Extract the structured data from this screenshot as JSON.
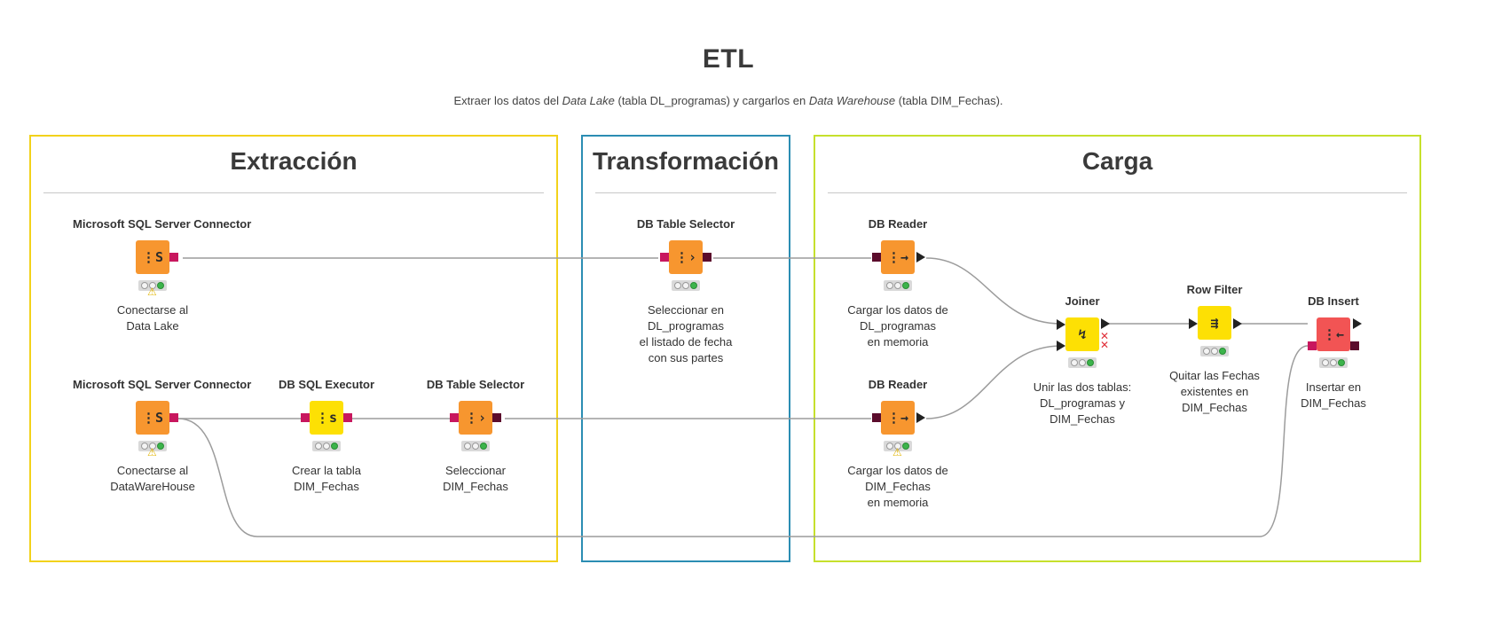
{
  "header": {
    "title": "ETL",
    "subtitle_part1": "Extraer los datos del ",
    "subtitle_em1": "Data Lake",
    "subtitle_part2": " (tabla DL_programas) y cargarlos en ",
    "subtitle_em2": "Data Warehouse",
    "subtitle_part3": " (tabla DIM_Fechas)."
  },
  "annotations": [
    {
      "id": "extraccion",
      "title": "Extracción",
      "color": "#f2d21b"
    },
    {
      "id": "transformacion",
      "title": "Transformación",
      "color": "#2b8db3"
    },
    {
      "id": "carga",
      "title": "Carga",
      "color": "#c6e02c"
    }
  ],
  "colors": {
    "orange": "#f7962f",
    "yellow": "#fde004",
    "red": "#f25454",
    "db_port": "#c8175e",
    "db_port_dark": "#5b0c2c",
    "status_green": "#3cb44b",
    "warning": "#e2b400",
    "wire": "#9c9c9c"
  },
  "nodes": [
    {
      "id": "n1",
      "name": "Microsoft SQL Server Connector",
      "icon": "⋮S",
      "icon_name": "db-connector-icon",
      "color": "orange",
      "warning": true,
      "description": "Conectarse al\nData Lake"
    },
    {
      "id": "n2",
      "name": "Microsoft SQL Server Connector",
      "icon": "⋮S",
      "icon_name": "db-connector-icon",
      "color": "orange",
      "warning": true,
      "description": "Conectarse al\nDataWareHouse"
    },
    {
      "id": "n3",
      "name": "DB SQL Executor",
      "icon": "⋮s",
      "icon_name": "db-sql-executor-icon",
      "color": "yellow",
      "warning": false,
      "description": "Crear la tabla\nDIM_Fechas"
    },
    {
      "id": "n4",
      "name": "DB Table Selector",
      "icon": "⋮›",
      "icon_name": "db-table-selector-icon",
      "color": "orange",
      "warning": false,
      "description": "Seleccionar\nDIM_Fechas"
    },
    {
      "id": "n5",
      "name": "DB Table Selector",
      "icon": "⋮›",
      "icon_name": "db-table-selector-icon",
      "color": "orange",
      "warning": false,
      "description": "Seleccionar en\nDL_programas\nel listado de fecha\ncon sus partes"
    },
    {
      "id": "n6",
      "name": "DB Reader",
      "icon": "⋮→",
      "icon_name": "db-reader-icon",
      "color": "orange",
      "warning": false,
      "description": "Cargar los datos de\nDL_programas\nen memoria"
    },
    {
      "id": "n7",
      "name": "DB Reader",
      "icon": "⋮→",
      "icon_name": "db-reader-icon",
      "color": "orange",
      "warning": true,
      "description": "Cargar los datos de\nDIM_Fechas\nen memoria"
    },
    {
      "id": "n8",
      "name": "Joiner",
      "icon": "↯",
      "icon_name": "joiner-icon",
      "color": "yellow",
      "warning": false,
      "description": "Unir las dos tablas:\nDL_programas y\nDIM_Fechas"
    },
    {
      "id": "n9",
      "name": "Row Filter",
      "icon": "⇶",
      "icon_name": "row-filter-icon",
      "color": "yellow",
      "warning": false,
      "description": "Quitar las Fechas\nexistentes en\nDIM_Fechas"
    },
    {
      "id": "n10",
      "name": "DB Insert",
      "icon": "⋮←",
      "icon_name": "db-insert-icon",
      "color": "red",
      "warning": false,
      "description": "Insertar en\nDIM_Fechas"
    }
  ]
}
